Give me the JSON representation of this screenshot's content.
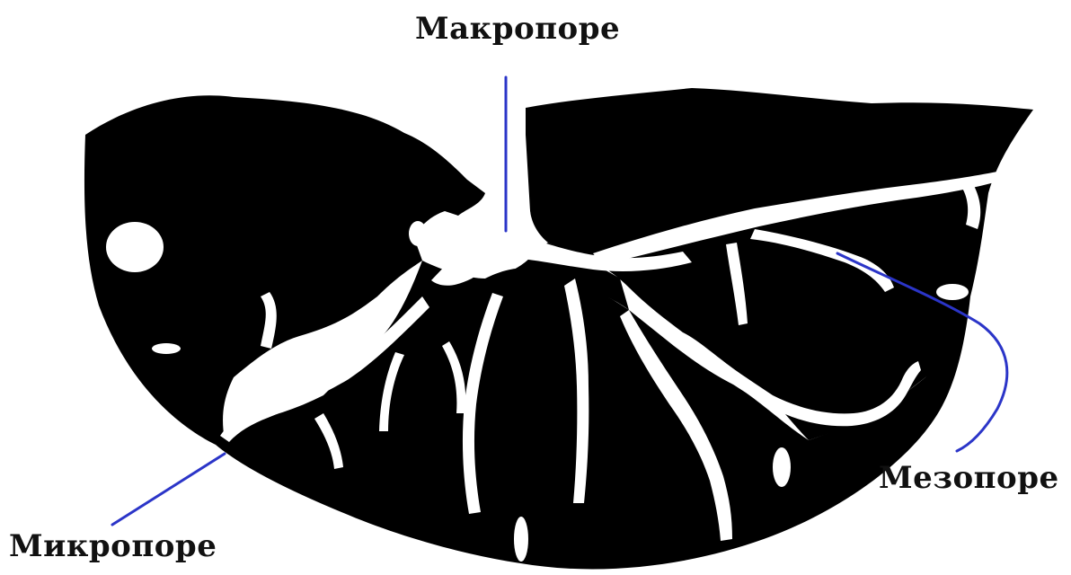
{
  "labels": {
    "macropore": "Макропоре",
    "mesopore": "Мезопоре",
    "micropore": "Микропоре"
  },
  "colors": {
    "solid": "#000000",
    "pore": "#ffffff",
    "leader_line": "#2b35c8",
    "text": "#111111"
  }
}
